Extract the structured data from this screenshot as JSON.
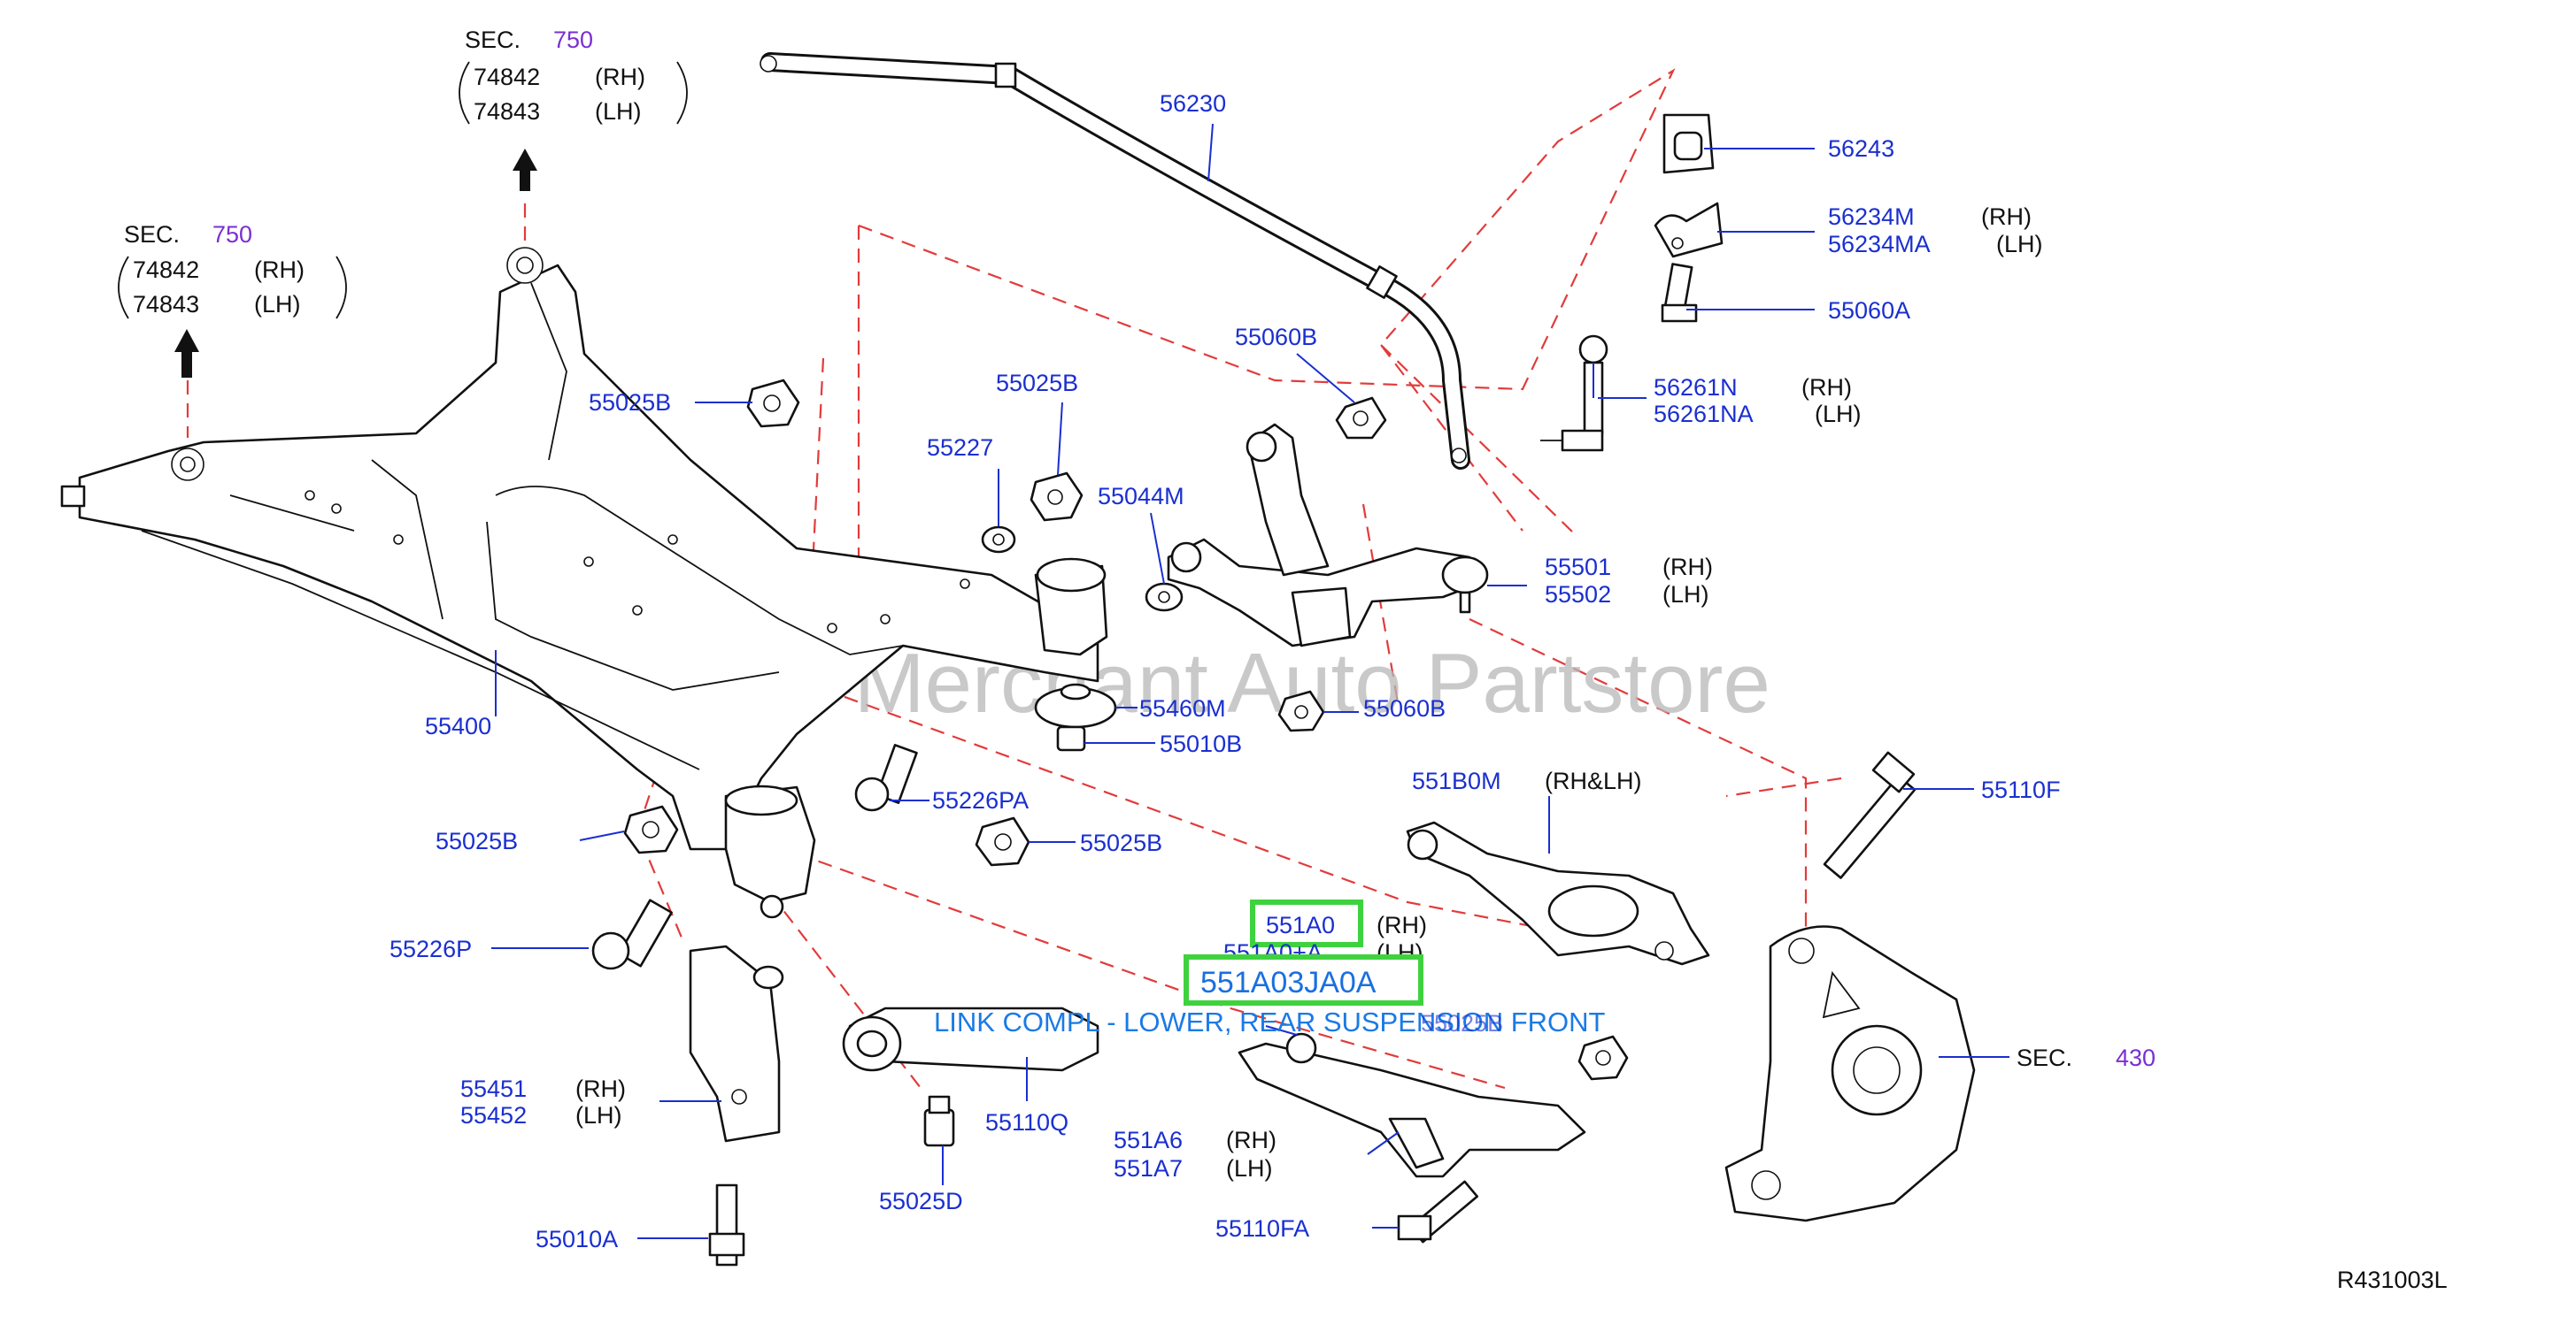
{
  "watermark": "Multi-Merchant Auto Partstore",
  "diagram_code": "R431003L",
  "sec_refs": {
    "top": {
      "sec": "SEC.",
      "num": "750",
      "rows": [
        [
          "74842",
          "(RH)"
        ],
        [
          "74843",
          "(LH)"
        ]
      ]
    },
    "left": {
      "sec": "SEC.",
      "num": "750",
      "rows": [
        [
          "74842",
          "(RH)"
        ],
        [
          "74843",
          "(LH)"
        ]
      ]
    },
    "knuckle": {
      "sec": "SEC.",
      "num": "430"
    }
  },
  "labels": {
    "p56230": "56230",
    "p56243": "56243",
    "p56234M": "56234M",
    "p56234M_side": "(RH)",
    "p56234MA": "56234MA",
    "p56234MA_side": "(LH)",
    "p55060A": "55060A",
    "p55060B_top": "55060B",
    "p56261N": "56261N",
    "p56261N_side": "(RH)",
    "p56261NA": "56261NA",
    "p56261NA_side": "(LH)",
    "p55025B_1": "55025B",
    "p55025B_2": "55025B",
    "p55227": "55227",
    "p55044M": "55044M",
    "p55501": "55501",
    "p55501_side": "(RH)",
    "p55502": "55502",
    "p55502_side": "(LH)",
    "p55400": "55400",
    "p55460M": "55460M",
    "p55060B_2": "55060B",
    "p55010B": "55010B",
    "p551B0M": "551B0M",
    "p551B0M_side": "(RH&LH)",
    "p55110F": "55110F",
    "p55226PA": "55226PA",
    "p55025B_3": "55025B",
    "p55025B_4": "55025B",
    "p551A0": "551A0",
    "p551A0_side": "(RH)",
    "p551A0A": "551A0+A",
    "p551A0A_side": "(LH)",
    "p551A03JA0A": "551A03JA0A",
    "link_desc": "LINK COMPL - LOWER, REAR SUSPENSION FRONT",
    "p55025B_5": "55025B",
    "p55226P": "55226P",
    "p55451": "55451",
    "p55451_side": "(RH)",
    "p55452": "55452",
    "p55452_side": "(LH)",
    "p55110Q": "55110Q",
    "p551A6": "551A6",
    "p551A6_side": "(RH)",
    "p551A7": "551A7",
    "p551A7_side": "(LH)",
    "p55025D": "55025D",
    "p55010A": "55010A",
    "p55110FA": "55110FA"
  },
  "colors": {
    "part_number": "#1a2fd0",
    "section_number": "#7a2fd2",
    "highlight": "#3fd23f",
    "dashed_guide": "#e23b3b",
    "watermark": "#b8b8b8"
  }
}
